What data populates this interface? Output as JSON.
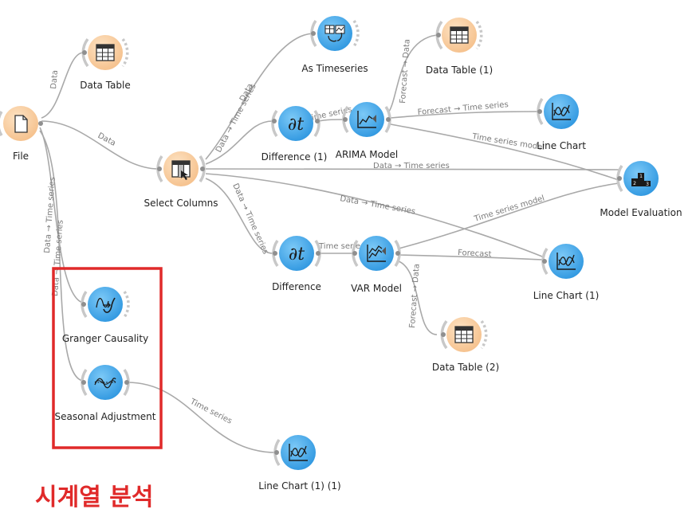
{
  "colors": {
    "data_node": "#f7cfa1",
    "model_node": "#3fa7ea",
    "highlight": "#e02a2a"
  },
  "nodes": {
    "file": {
      "label": "File",
      "icon": "file-icon"
    },
    "data_table": {
      "label": "Data Table",
      "icon": "table-icon"
    },
    "select_columns": {
      "label": "Select Columns",
      "icon": "select-columns-icon"
    },
    "as_timeseries": {
      "label": "As Timeseries",
      "icon": "as-timeseries-icon"
    },
    "difference_1": {
      "label": "Difference (1)",
      "icon": "derivative-icon",
      "glyph": "∂t"
    },
    "arima_model": {
      "label": "ARIMA Model",
      "icon": "model-icon"
    },
    "data_table_1": {
      "label": "Data Table (1)",
      "icon": "table-icon"
    },
    "line_chart": {
      "label": "Line Chart",
      "icon": "line-chart-icon"
    },
    "model_evaluation": {
      "label": "Model Evaluation",
      "icon": "podium-icon"
    },
    "difference": {
      "label": "Difference",
      "icon": "derivative-icon",
      "glyph": "∂t"
    },
    "var_model": {
      "label": "VAR Model",
      "icon": "model-icon"
    },
    "line_chart_1": {
      "label": "Line Chart (1)",
      "icon": "line-chart-icon"
    },
    "data_table_2": {
      "label": "Data Table (2)",
      "icon": "table-icon"
    },
    "granger": {
      "label": "Granger Causality",
      "icon": "granger-icon"
    },
    "seasonal": {
      "label": "Seasonal Adjustment",
      "icon": "seasonal-icon"
    },
    "line_chart_1_1": {
      "label": "Line Chart (1) (1)",
      "icon": "line-chart-icon"
    }
  },
  "links": {
    "file_datatable": "Data",
    "file_select": "Data",
    "file_granger": "Data → Time series",
    "file_seasonal": "Data → Time series",
    "select_asts": "Data",
    "select_diff1": "Data → Time series",
    "select_eval": "Data → Time series",
    "select_lc1": "Data → Time series",
    "select_diff": "Data → Time series",
    "diff1_arima": "Time series",
    "arima_dt1": "Forecast → Data",
    "arima_lc": "Forecast → Time series",
    "arima_eval": "Time series model",
    "diff_var": "Time series",
    "var_eval": "Time series model",
    "var_lc1": "Forecast",
    "var_dt2": "Forecast → Data",
    "seasonal_lc11": "Time series"
  },
  "page_title": "시계열 분석"
}
